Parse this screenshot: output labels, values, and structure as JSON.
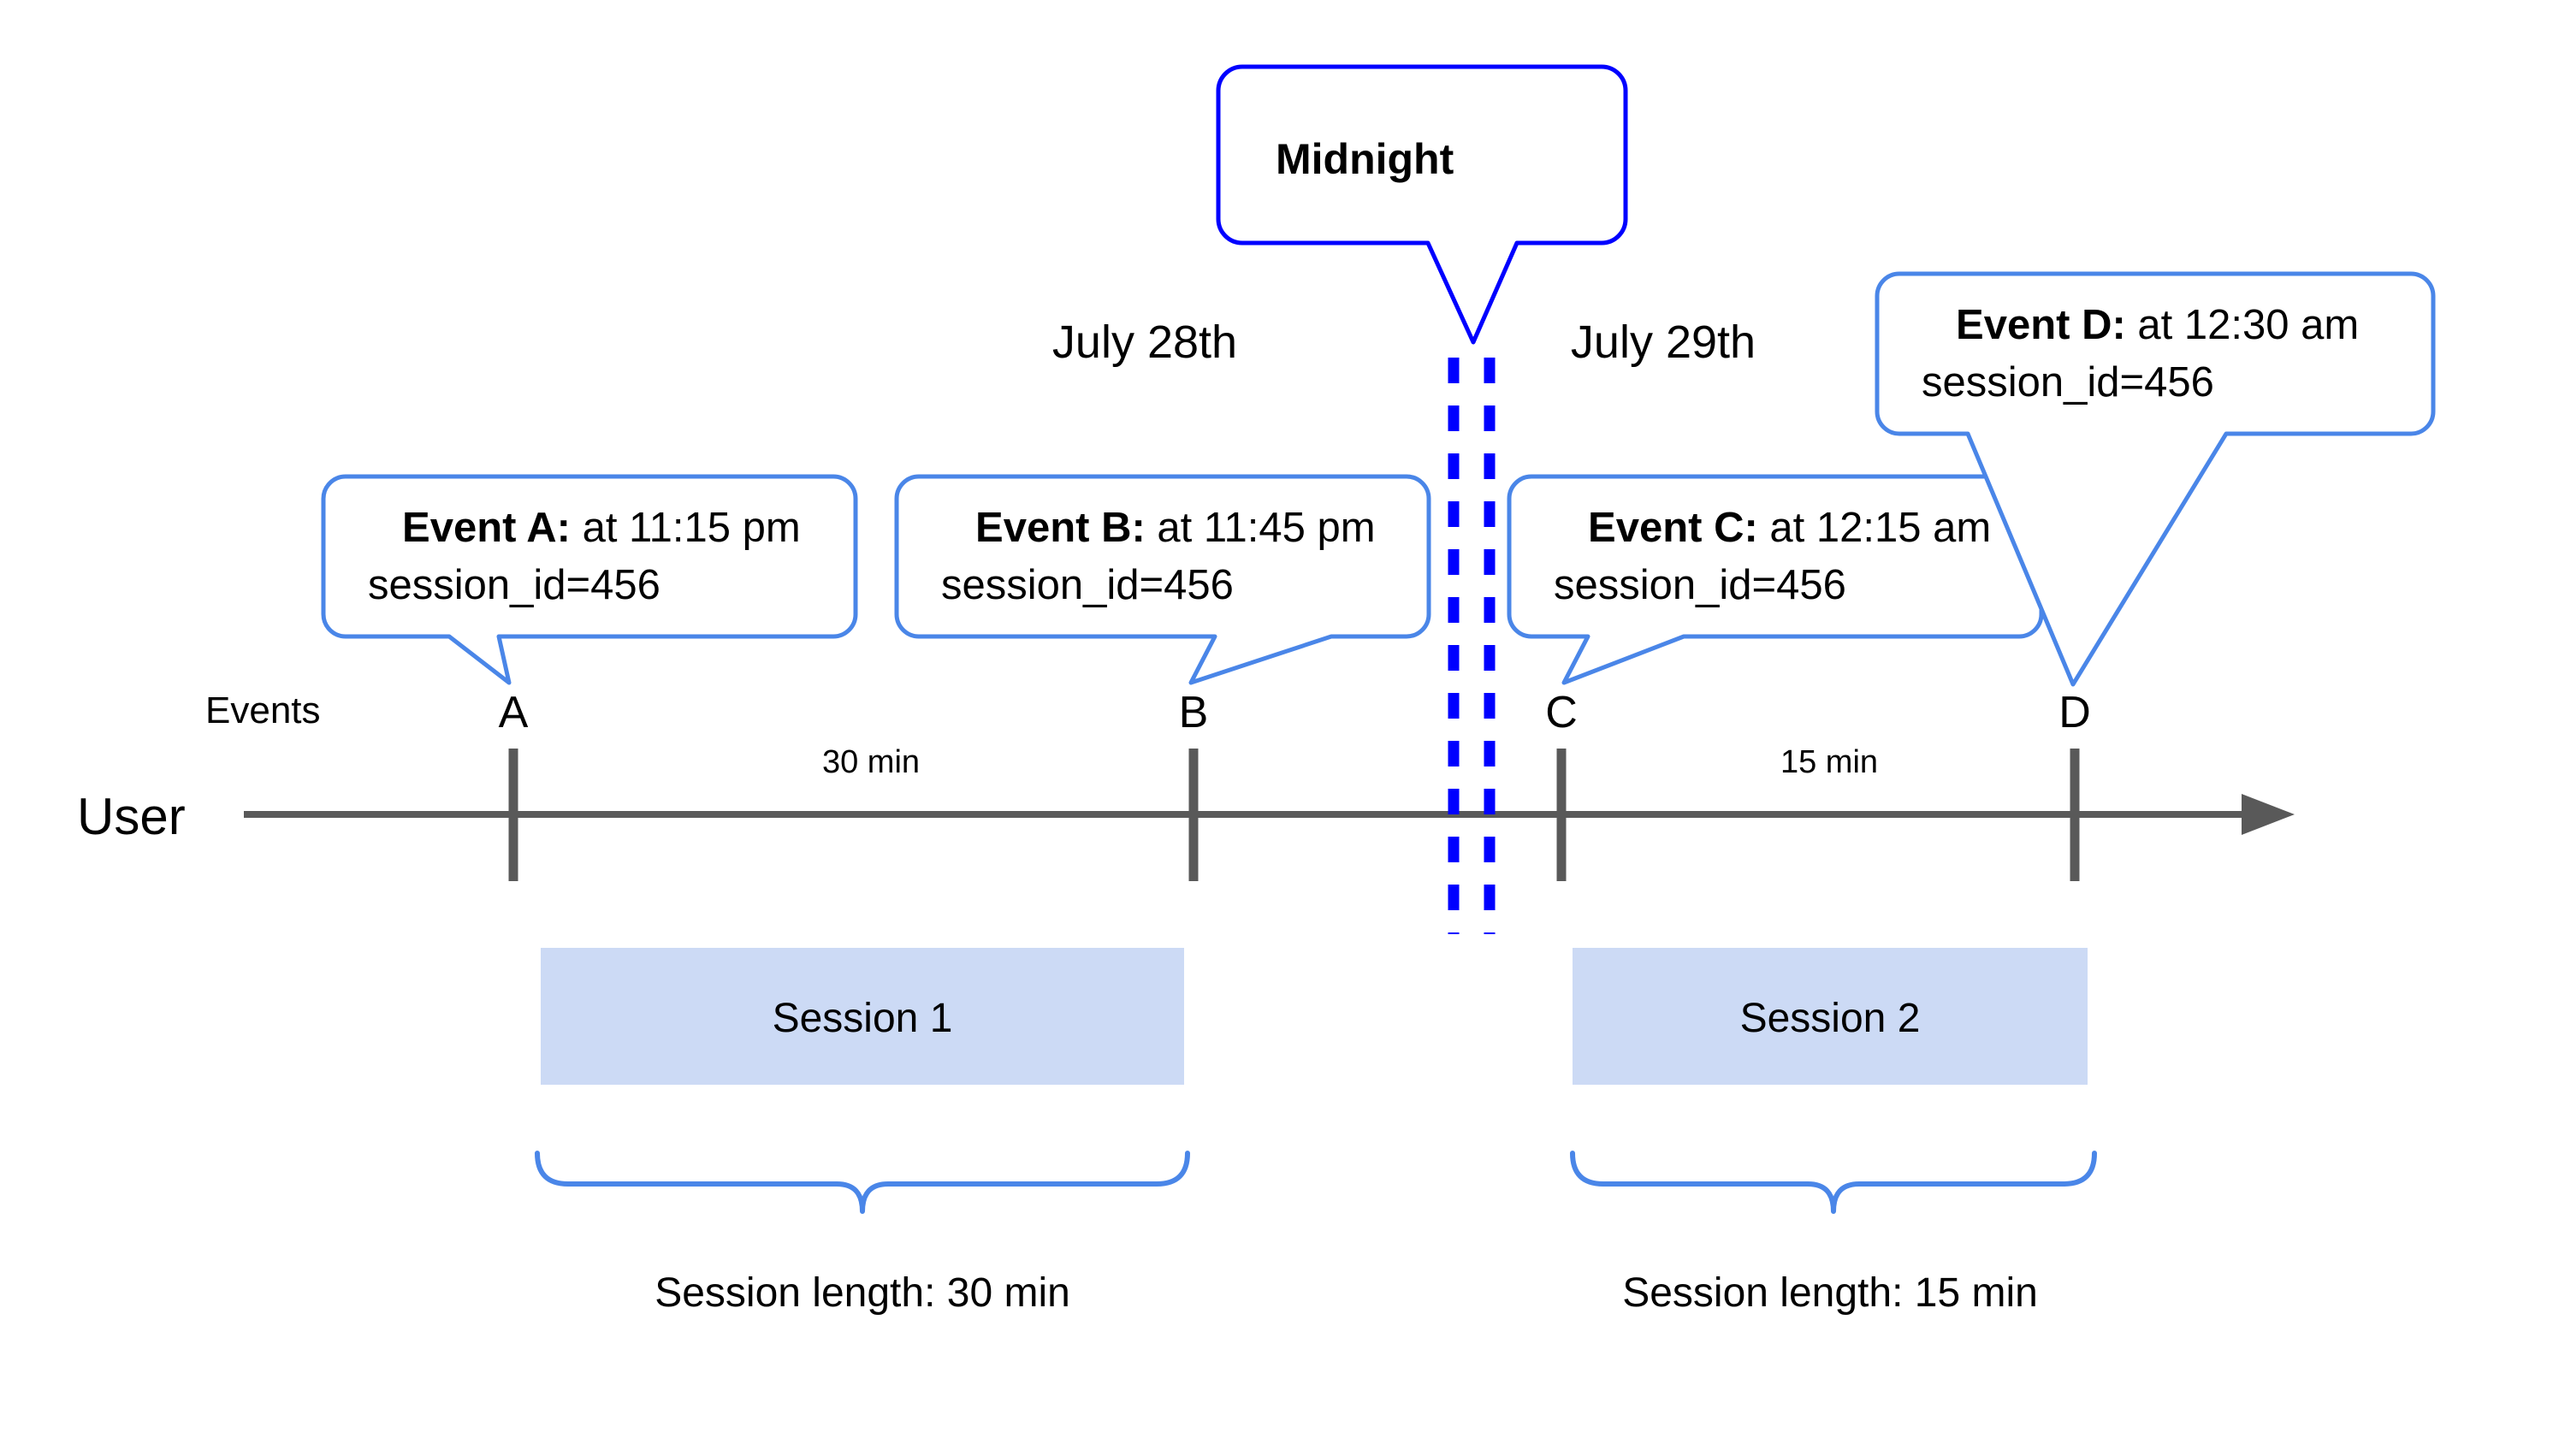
{
  "diagram": {
    "title_callout": {
      "label": "Midnight"
    },
    "dates": [
      {
        "id": "date-left",
        "label": "July 28th"
      },
      {
        "id": "date-right",
        "label": "July 29th"
      }
    ],
    "axis": {
      "row_label": "User",
      "events_label": "Events"
    },
    "events": [
      {
        "id": "A",
        "tick_label": "A",
        "bold": "Event A:",
        "rest": " at 11:15 pm",
        "line2": "session_id=456"
      },
      {
        "id": "B",
        "tick_label": "B",
        "bold": "Event B:",
        "rest": " at 11:45 pm",
        "line2": "session_id=456"
      },
      {
        "id": "C",
        "tick_label": "C",
        "bold": "Event C:",
        "rest": " at 12:15 am",
        "line2": "session_id=456"
      },
      {
        "id": "D",
        "tick_label": "D",
        "bold": "Event D:",
        "rest": " at 12:30 am",
        "line2": "session_id=456"
      }
    ],
    "durations": [
      {
        "id": "dur-ab",
        "label": "30 min"
      },
      {
        "id": "dur-cd",
        "label": "15 min"
      }
    ],
    "sessions": [
      {
        "id": "session-1",
        "label": "Session 1",
        "length_label": "Session length: 30 min"
      },
      {
        "id": "session-2",
        "label": "Session 2",
        "length_label": "Session length: 15 min"
      }
    ],
    "colors": {
      "callout_border": "#4a86e8",
      "midnight_border": "#0000ff",
      "midnight_dash": "#0000ff",
      "session_fill": "#ccdaf5",
      "axis": "#595959",
      "brace": "#4a86e8",
      "text": "#000000",
      "background": "#ffffff"
    }
  }
}
